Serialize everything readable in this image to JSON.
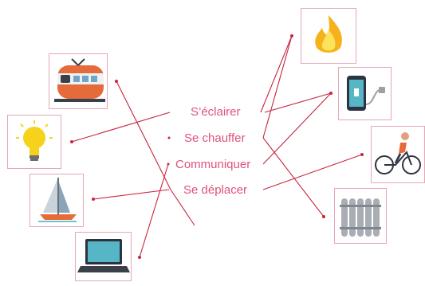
{
  "labels": [
    "S’éclairer",
    "Se chauffer",
    "Communiquer",
    "Se déplacer"
  ],
  "left_images": [
    {
      "icon": "train-icon"
    },
    {
      "icon": "lightbulb-icon"
    },
    {
      "icon": "sailboat-icon"
    },
    {
      "icon": "laptop-icon"
    }
  ],
  "right_images": [
    {
      "icon": "fire-icon"
    },
    {
      "icon": "smartphone-charger-icon"
    },
    {
      "icon": "cyclist-icon"
    },
    {
      "icon": "radiator-icon"
    }
  ],
  "colors": {
    "line": "#c8253f",
    "label": "#e0527a",
    "border": "#e7a6b6"
  }
}
